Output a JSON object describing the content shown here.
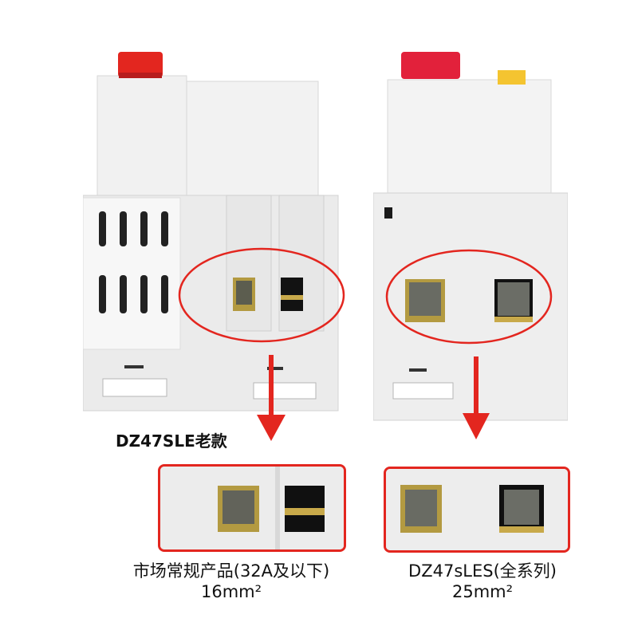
{
  "left_product": {
    "model_label": "DZ47SLE老款",
    "caption_line1": "市场常规产品(32A及以下)",
    "caption_line2": "16mm²"
  },
  "right_product": {
    "caption_line1": "DZ47sLES(全系列)",
    "caption_line2": "25mm²"
  },
  "colors": {
    "accent_red": "#e3261f",
    "terminal_gold": "#b39a41",
    "device_white": "#eeeeee",
    "toggle_red": "#e2213b",
    "test_button_yellow": "#f4c430"
  }
}
